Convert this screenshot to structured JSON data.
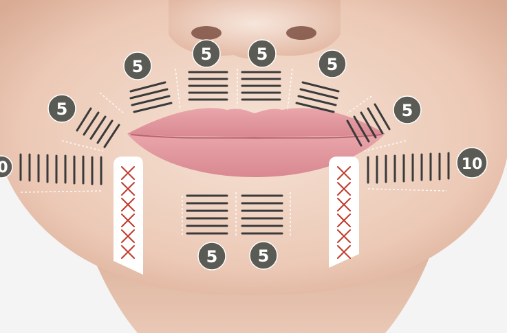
{
  "colors": {
    "background": "#ffffff",
    "skin_light": "#f3dccd",
    "skin_mid": "#e8c3ae",
    "skin_shadow": "#d5a48c",
    "lip": "#e8a1a6",
    "lip_dark": "#cf7b83",
    "line": "#3a3a3a",
    "badge": "#5b5b55",
    "badge_text": "#ffffff",
    "x_mark": "#c0392b",
    "dotted": "#ffffff"
  },
  "badges": {
    "upper_left_outer": "5",
    "upper_left_inner": "5",
    "upper_right_inner": "5",
    "upper_right_outer": "5",
    "cheek_left": "5",
    "cheek_right": "5",
    "jaw_left": "0",
    "jaw_right": "10",
    "chin_left": "5",
    "chin_right": "5"
  },
  "icons": {
    "prohibited_mark": "x-mark-icon"
  }
}
